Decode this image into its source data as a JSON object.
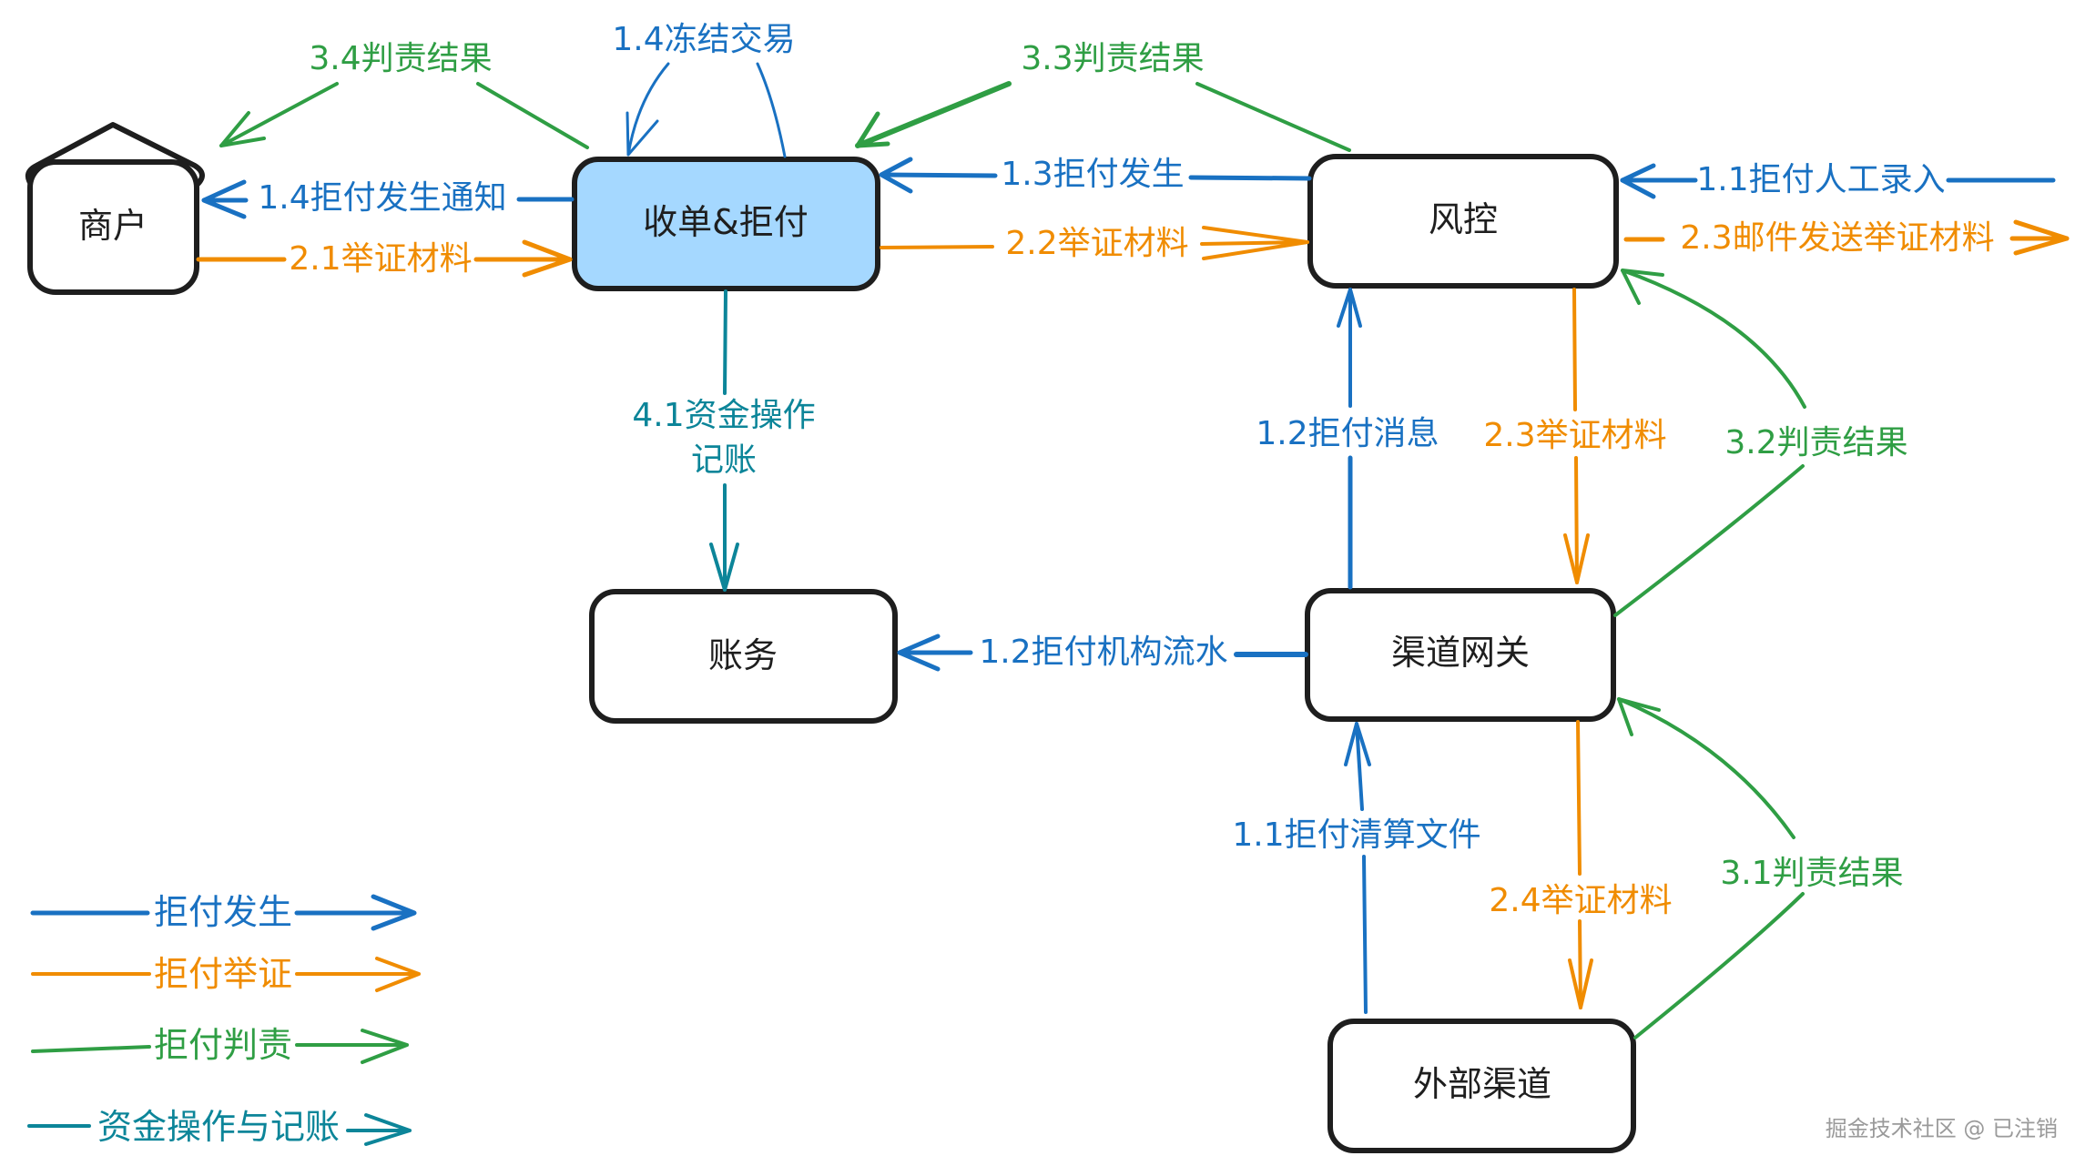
{
  "colors": {
    "dispute_occurrence": "#1971c2",
    "dispute_evidence": "#f08c00",
    "dispute_liability": "#2f9e44",
    "funds_accounting": "#0c8599",
    "highlight_fill": "#a5d8ff",
    "node_stroke": "#1e1e1e"
  },
  "nodes": {
    "merchant": "商户",
    "acquiring": "收单&拒付",
    "risk": "风控",
    "accounting": "账务",
    "gateway": "渠道网关",
    "external": "外部渠道"
  },
  "edges": {
    "e_3_4": "3.4判责结果",
    "e_1_4_freeze": "1.4冻结交易",
    "e_3_3": "3.3判责结果",
    "e_1_4_notify": "1.4拒付发生通知",
    "e_2_1": "2.1举证材料",
    "e_1_3": "1.3拒付发生",
    "e_2_2": "2.2举证材料",
    "e_1_1_manual": "1.1拒付人工录入",
    "e_2_3_mail": "2.3邮件发送举证材料",
    "e_4_1_line1": "4.1资金操作",
    "e_4_1_line2": "记账",
    "e_1_2_msg": "1.2拒付消息",
    "e_2_3": "2.3举证材料",
    "e_3_2": "3.2判责结果",
    "e_1_2_flow": "1.2拒付机构流水",
    "e_1_1_file": "1.1拒付清算文件",
    "e_2_4": "2.4举证材料",
    "e_3_1": "3.1判责结果"
  },
  "legend": [
    {
      "label": "拒付发生",
      "color": "#1971c2"
    },
    {
      "label": "拒付举证",
      "color": "#f08c00"
    },
    {
      "label": "拒付判责",
      "color": "#2f9e44"
    },
    {
      "label": "资金操作与记账",
      "color": "#0c8599"
    }
  ],
  "watermark": "掘金技术社区 @ 已注销"
}
